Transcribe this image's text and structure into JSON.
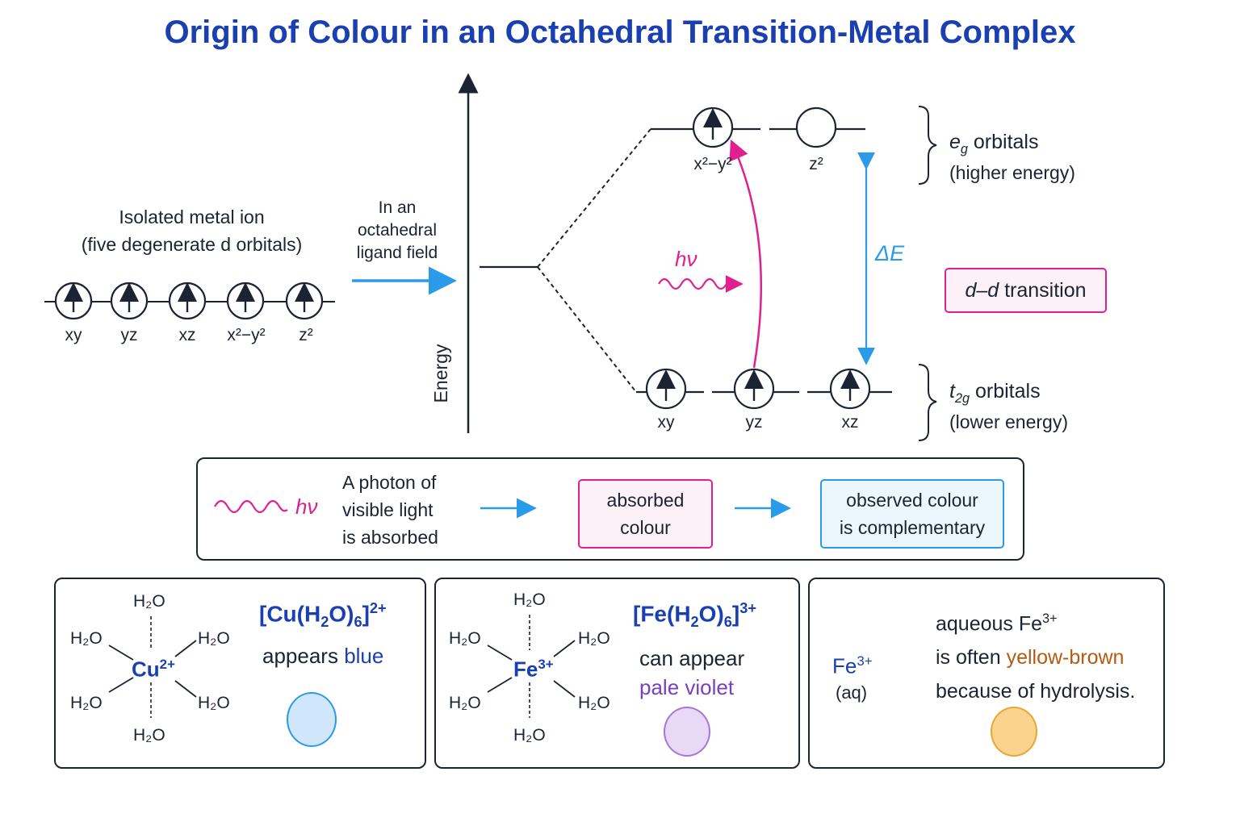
{
  "title": "Origin of Colour in an Octahedral Transition-Metal Complex",
  "left": {
    "heading": "Isolated metal ion",
    "subheading": "(five degenerate d orbitals)",
    "orbitals": [
      "xy",
      "yz",
      "xz",
      "x²−y²",
      "z²"
    ]
  },
  "arrow_label": [
    "In an",
    "octahedral",
    "ligand field"
  ],
  "axis_label": "Energy",
  "eg": {
    "orbitals": [
      "x²−y²",
      "z²"
    ],
    "name_base": "e",
    "name_sub": "g",
    "name_rest": " orbitals",
    "desc": "(higher energy)"
  },
  "t2g": {
    "orbitals": [
      "xy",
      "yz",
      "xz"
    ],
    "name_base": "t",
    "name_sub": "2g",
    "name_rest": " orbitals",
    "desc": "(lower energy)"
  },
  "hv": "hν",
  "delta_e": "ΔE",
  "dd_transition": {
    "d1": "d",
    "dash": "–",
    "d2": "d",
    "rest": " transition"
  },
  "process": {
    "hv": "hν",
    "photon_lines": [
      "A photon of",
      "visible light",
      "is absorbed"
    ],
    "absorbed": [
      "absorbed",
      "colour"
    ],
    "observed": [
      "observed colour",
      "is complementary"
    ]
  },
  "complexes": [
    {
      "ligand": "H₂O",
      "metal": "Cu",
      "charge": "2+",
      "formula_pre": "[Cu(H",
      "formula_sub2": "2",
      "formula_mid": "O)",
      "formula_sub6": "6",
      "formula_post": "]",
      "formula_charge": "2+",
      "line1": "appears ",
      "colour_word": "blue",
      "colour_word_color": "#1a3fb0",
      "swatch_fill": "#cfe6fb",
      "swatch_stroke": "#2a9be8"
    },
    {
      "ligand": "H₂O",
      "metal": "Fe",
      "charge": "3+",
      "formula_pre": "[Fe(H",
      "formula_sub2": "2",
      "formula_mid": "O)",
      "formula_sub6": "6",
      "formula_post": "]",
      "formula_charge": "3+",
      "line1": "can appear",
      "colour_word": "pale violet",
      "colour_word_color": "#7a3fbf",
      "swatch_fill": "#e8d9f7",
      "swatch_stroke": "#a577d9"
    }
  ],
  "aqueous": {
    "ion": "Fe",
    "charge": "3+",
    "state": "(aq)",
    "line1_pre": "aqueous Fe",
    "line1_charge": "3+",
    "line2_pre": "is often ",
    "colour_word": "yellow-brown",
    "colour_word_color": "#b65a12",
    "line3": "because of hydrolysis.",
    "swatch_fill": "#fbd38c",
    "swatch_stroke": "#e9a53a"
  },
  "colors": {
    "title": "#1a3fb0",
    "pink": "#e0208e",
    "blue": "#2a9be8",
    "ink": "#1c2333"
  }
}
